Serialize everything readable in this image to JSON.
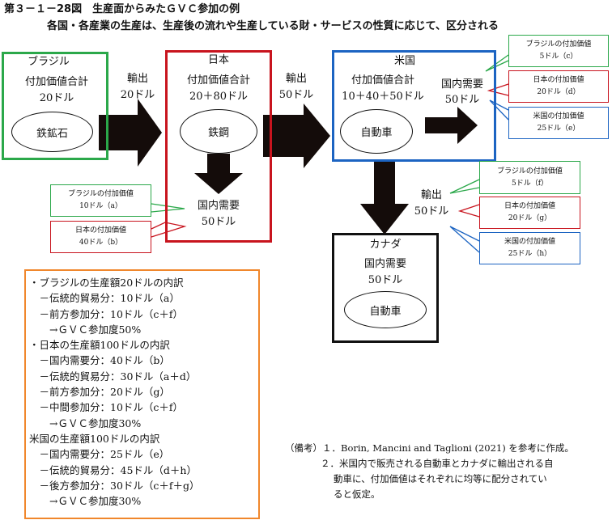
{
  "title": "第３－１－28図　生産面からみたＧＶＣ参加の例",
  "subtitle": "各国・各産業の生産は、生産後の流れや生産している財・サービスの性質に応じて、区分される",
  "colors": {
    "brazil": "#2ba84a",
    "japan": "#c8141e",
    "us": "#1c64c2",
    "canada": "#111111",
    "summary": "#f0872c"
  },
  "brazil": {
    "name": "ブラジル",
    "va_label": "付加価値合計",
    "va_value": "20ドル",
    "product": "鉄鉱石"
  },
  "export1": {
    "label": "輸出",
    "value": "20ドル"
  },
  "japan": {
    "name": "日本",
    "va_label": "付加価値合計",
    "va_value": "20＋80ドル",
    "product": "鉄鋼",
    "demand_label": "国内需要",
    "demand_value": "50ドル",
    "callouts": [
      {
        "line1": "ブラジルの付加価値",
        "line2": "10ドル（a）"
      },
      {
        "line1": "日本の付加価値",
        "line2": "40ドル（b）"
      }
    ]
  },
  "export2": {
    "label": "輸出",
    "value": "50ドル"
  },
  "us": {
    "name": "米国",
    "va_label": "付加価値合計",
    "va_value": "10＋40＋50ドル",
    "product": "自動車",
    "demand_label": "国内需要",
    "demand_value": "50ドル",
    "callouts": [
      {
        "line1": "ブラジルの付加価値",
        "line2": "5ドル（c）"
      },
      {
        "line1": "日本の付加価値",
        "line2": "20ドル（d）"
      },
      {
        "line1": "米国の付加価値",
        "line2": "25ドル（e）"
      }
    ]
  },
  "export3": {
    "label": "輸出",
    "value": "50ドル",
    "callouts": [
      {
        "line1": "ブラジルの付加価値",
        "line2": "5ドル（f）"
      },
      {
        "line1": "日本の付加価値",
        "line2": "20ドル（g）"
      },
      {
        "line1": "米国の付加価値",
        "line2": "25ドル（h）"
      }
    ]
  },
  "canada": {
    "name": "カナダ",
    "demand_label": "国内需要",
    "demand_value": "50ドル",
    "product": "自動車"
  },
  "summary": [
    "・ブラジルの生産額20ドルの内訳",
    "　－伝統的貿易分：10ドル（a）",
    "　－前方参加分：10ドル（c＋f）",
    "　　→ＧＶＣ参加度50%",
    "・日本の生産額100ドルの内訳",
    "　－国内需要分：40ドル（b）",
    "　－伝統的貿易分：30ドル（a＋d）",
    "　－前方参加分：20ドル（g）",
    "　－中間参加分：10ドル（c＋f）",
    "　　→ＧＶＣ参加度30%",
    "米国の生産額100ドルの内訳",
    "　－国内需要分：25ドル（e）",
    "　－伝統的貿易分：45ドル（d＋h）",
    "　－後方参加分：30ドル（c＋f＋g）",
    "　　→ＧＶＣ参加度30%"
  ],
  "notes": {
    "label": "（備考）",
    "items": [
      "１．Borin, Mancini and Taglioni (2021) を参考に作成。",
      "２．米国内で販売される自動車とカナダに輸出される自",
      "動車に、付加価値はそれぞれに均等に配分されてい",
      "ると仮定。"
    ]
  }
}
